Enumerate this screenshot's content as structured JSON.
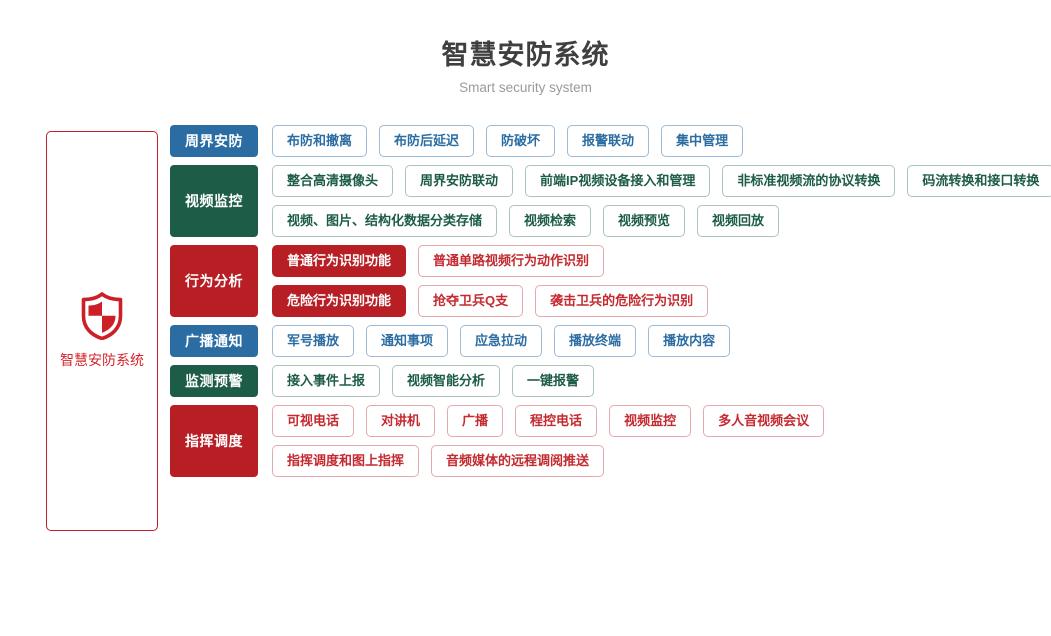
{
  "header": {
    "title": "智慧安防系统",
    "subtitle": "Smart security system"
  },
  "root": {
    "label": "智慧安防系统",
    "icon": "shield-icon",
    "border_color": "#c0202a",
    "text_color": "#d4252c"
  },
  "colors": {
    "blue": "#2b6da3",
    "green": "#1d5c47",
    "red": "#b81f25",
    "title": "#3f3f3f",
    "subtitle": "#9a9a9a"
  },
  "categories": [
    {
      "label": "周界安防",
      "color": "blue",
      "rows": [
        [
          {
            "label": "布防和撤离",
            "style": "blue"
          },
          {
            "label": "布防后延迟",
            "style": "blue"
          },
          {
            "label": "防破坏",
            "style": "blue"
          },
          {
            "label": "报警联动",
            "style": "blue"
          },
          {
            "label": "集中管理",
            "style": "blue"
          }
        ]
      ]
    },
    {
      "label": "视频监控",
      "color": "green",
      "rows": [
        [
          {
            "label": "整合高清摄像头",
            "style": "green"
          },
          {
            "label": "周界安防联动",
            "style": "green"
          },
          {
            "label": "前端IP视频设备接入和管理",
            "style": "green"
          },
          {
            "label": "非标准视频流的协议转换",
            "style": "green"
          },
          {
            "label": "码流转换和接口转换",
            "style": "green"
          }
        ],
        [
          {
            "label": "视频、图片、结构化数据分类存储",
            "style": "green"
          },
          {
            "label": "视频检索",
            "style": "green"
          },
          {
            "label": "视频预览",
            "style": "green"
          },
          {
            "label": "视频回放",
            "style": "green"
          }
        ]
      ]
    },
    {
      "label": "行为分析",
      "color": "red",
      "rows": [
        [
          {
            "label": "普通行为识别功能",
            "style": "red-solid"
          },
          {
            "label": "普通单路视频行为动作识别",
            "style": "red"
          }
        ],
        [
          {
            "label": "危险行为识别功能",
            "style": "red-solid"
          },
          {
            "label": "抢夺卫兵Q支",
            "style": "red"
          },
          {
            "label": "袭击卫兵的危险行为识别",
            "style": "red"
          }
        ]
      ]
    },
    {
      "label": "广播通知",
      "color": "blue",
      "rows": [
        [
          {
            "label": "军号播放",
            "style": "blue"
          },
          {
            "label": "通知事项",
            "style": "blue"
          },
          {
            "label": "应急拉动",
            "style": "blue"
          },
          {
            "label": "播放终端",
            "style": "blue"
          },
          {
            "label": "播放内容",
            "style": "blue"
          }
        ]
      ]
    },
    {
      "label": "监测预警",
      "color": "green",
      "rows": [
        [
          {
            "label": "接入事件上报",
            "style": "green"
          },
          {
            "label": "视频智能分析",
            "style": "green"
          },
          {
            "label": "一键报警",
            "style": "green"
          }
        ]
      ]
    },
    {
      "label": "指挥调度",
      "color": "red",
      "rows": [
        [
          {
            "label": "可视电话",
            "style": "red"
          },
          {
            "label": "对讲机",
            "style": "red"
          },
          {
            "label": "广播",
            "style": "red"
          },
          {
            "label": "程控电话",
            "style": "red"
          },
          {
            "label": "视频监控",
            "style": "red"
          },
          {
            "label": "多人音视频会议",
            "style": "red"
          }
        ],
        [
          {
            "label": "指挥调度和图上指挥",
            "style": "red"
          },
          {
            "label": "音频媒体的远程调阅推送",
            "style": "red"
          }
        ]
      ]
    }
  ]
}
